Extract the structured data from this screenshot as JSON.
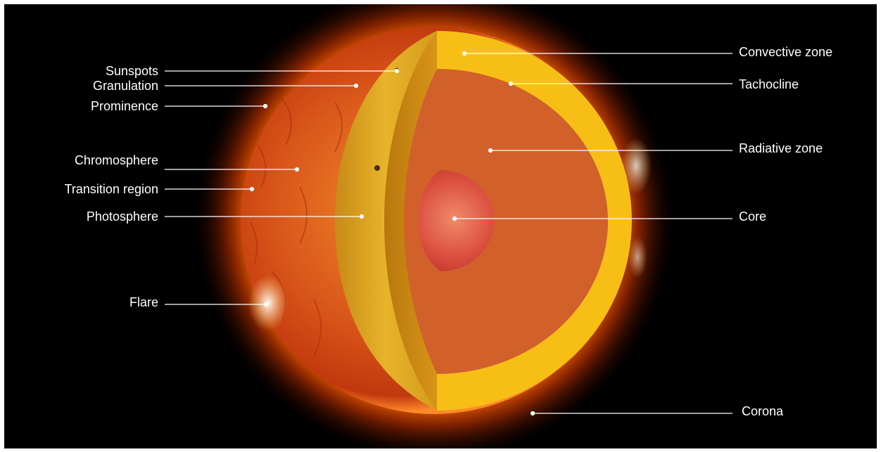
{
  "labels": {
    "sunspots": "Sunspots",
    "granulation": "Granulation",
    "prominence": "Prominence",
    "chromosphere": "Chromosphere",
    "transition_region": "Transition region",
    "photosphere": "Photosphere",
    "flare": "Flare",
    "convective_zone": "Convective zone",
    "tachocline": "Tachocline",
    "radiative_zone": "Radiative zone",
    "core": "Core",
    "corona": "Corona"
  },
  "colors": {
    "background": "#000000",
    "convective_zone": "#f7bf16",
    "radiative_zone": "#d2602a",
    "core": "#e2503c",
    "photosphere": "#e0a020",
    "leader_line": "#ffffff"
  }
}
